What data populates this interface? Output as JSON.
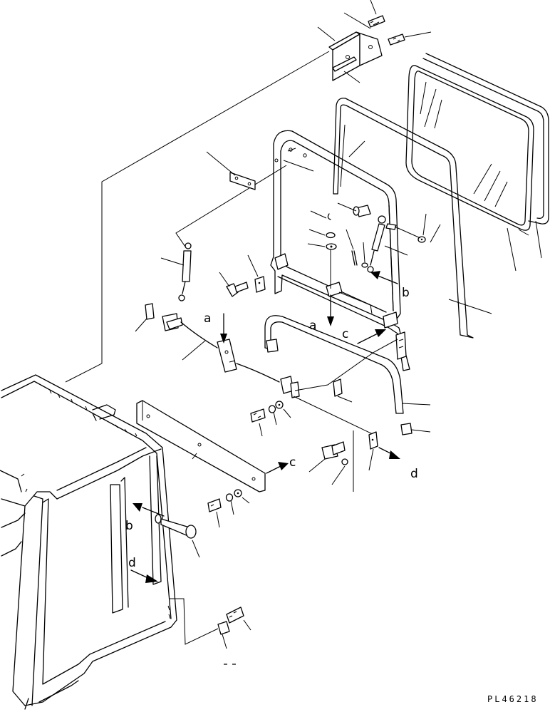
{
  "diagram": {
    "drawing_code": "PL46218",
    "callouts": {
      "a_top": "a",
      "a_mid": "a",
      "b_right": "b",
      "b_left": "b",
      "c_mid": "c",
      "c_bottom": "c",
      "d_right": "d",
      "d_left": "d"
    }
  }
}
